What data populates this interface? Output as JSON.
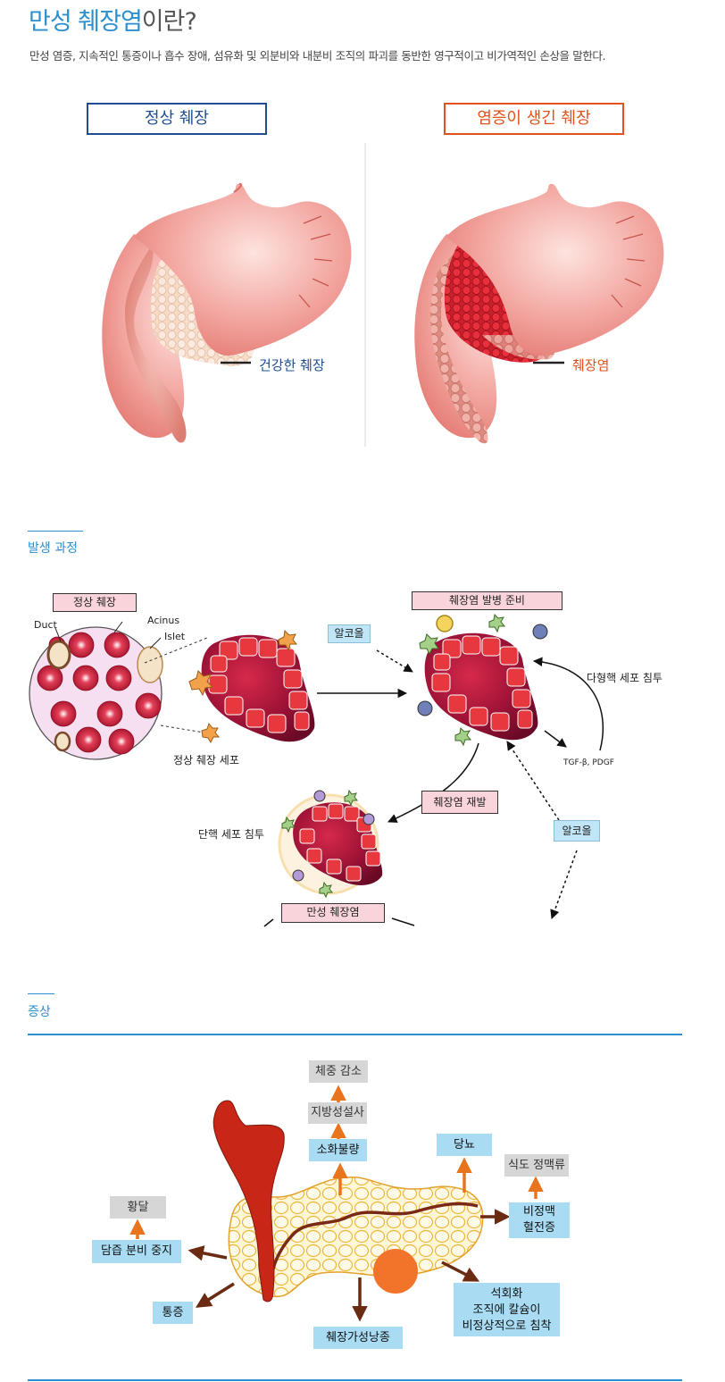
{
  "header": {
    "title_highlight": "만성 췌장염",
    "title_rest": "이란?",
    "description": "만성 염증, 지속적인 통증이나 흡수 장애, 섬유화 및 외분비와 내분비 조직의 파괴를 동반한 영구적이고 비가역적인 손상을 말한다."
  },
  "compare": {
    "normal": {
      "box_label": "정상 췌장",
      "pointer_label": "건강한 췌장",
      "color": "#1f4f8f"
    },
    "inflamed": {
      "box_label": "염증이 생긴 췌장",
      "pointer_label": "췌장염",
      "color": "#e0511b"
    }
  },
  "process": {
    "heading": "발생 과정",
    "normal_tag": "정상 췌장",
    "duct": "Duct",
    "acinus": "Acinus",
    "islet": "Islet",
    "normal_cells": "정상 췌장 세포",
    "alcohol_1": "알코올",
    "prep_tag": "췌장염 발병 준비",
    "poly_infiltration": "다형핵 세포 침투",
    "growth_factors": "TGF-β, PDGF",
    "recurrence_tag": "췌장염 재발",
    "alcohol_2": "알코올",
    "mono_infiltration": "단핵 세포 침투",
    "chronic_tag": "만성 췌장염"
  },
  "symptoms": {
    "heading": "증상",
    "weight_loss": "체중 감소",
    "steatorrhea": "지방성설사",
    "indigestion": "소화불량",
    "diabetes": "당뇨",
    "esophageal_varices": "식도 정맥류",
    "splenic_thrombosis": "비정맥\n혈전증",
    "jaundice": "황달",
    "bile_stop": "담즙 분비 중지",
    "pain": "통증",
    "pseudocyst": "췌장가성낭종",
    "calcification": "석회화\n조직에 칼슘이\n비정상적으로 침착"
  },
  "colors": {
    "accent": "#2b8fcf",
    "symptom_blue": "#a9dcf3",
    "symptom_gray": "#d6d6d6",
    "arrow_brown": "#6b2a12",
    "arrow_orange": "#e8741e"
  }
}
